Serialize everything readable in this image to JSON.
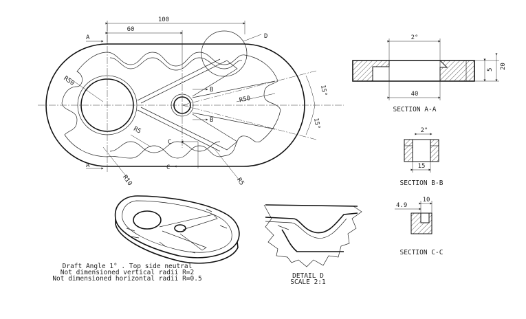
{
  "main_view": {
    "dim_100": "100",
    "dim_60": "60",
    "label_D": "D",
    "label_A_top": "A",
    "label_A_bottom": "A",
    "label_B_top": "B",
    "label_B_bottom": "B",
    "label_C_top": "C",
    "label_C_bottom": "C",
    "r50_left": "R50",
    "r50_right": "R50",
    "r5_left": "R5",
    "r5_right": "R5",
    "r10": "R10",
    "angle_top": "15°",
    "angle_bottom": "15°"
  },
  "section_aa": {
    "title": "SECTION A-A",
    "dim_top": "2°",
    "dim_width": "40",
    "dim_5": "5",
    "dim_20": "20"
  },
  "section_bb": {
    "title": "SECTION B-B",
    "dim_top": "2°",
    "dim_width": "15"
  },
  "section_cc": {
    "title": "SECTION C-C",
    "dim_49": "4.9",
    "dim_10": "10"
  },
  "detail_d": {
    "title": "DETAIL D",
    "scale": "SCALE 2:1"
  },
  "notes": [
    "Draft Angle 1° . Top side neutral",
    "Not dimensioned vertical radii R=2",
    "Not dimensioned horizontal radii R=0.5"
  ]
}
